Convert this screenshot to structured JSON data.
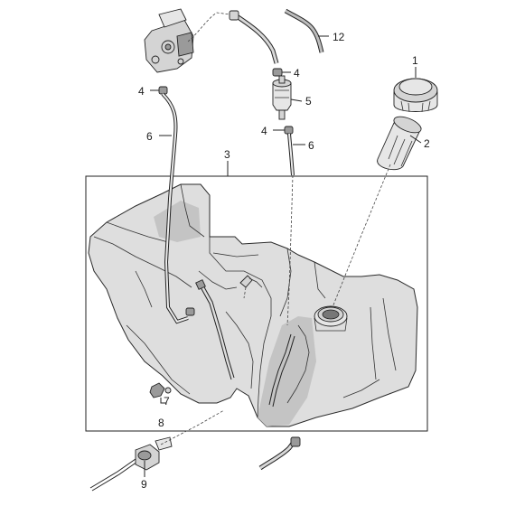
{
  "diagram": {
    "callouts": {
      "c1": "1",
      "c2": "2",
      "c3": "3",
      "c4a": "4",
      "c4b": "4",
      "c4c": "4",
      "c5": "5",
      "c6a": "6",
      "c6b": "6",
      "c7": "7",
      "c8": "8",
      "c9": "9",
      "c12": "12"
    }
  }
}
